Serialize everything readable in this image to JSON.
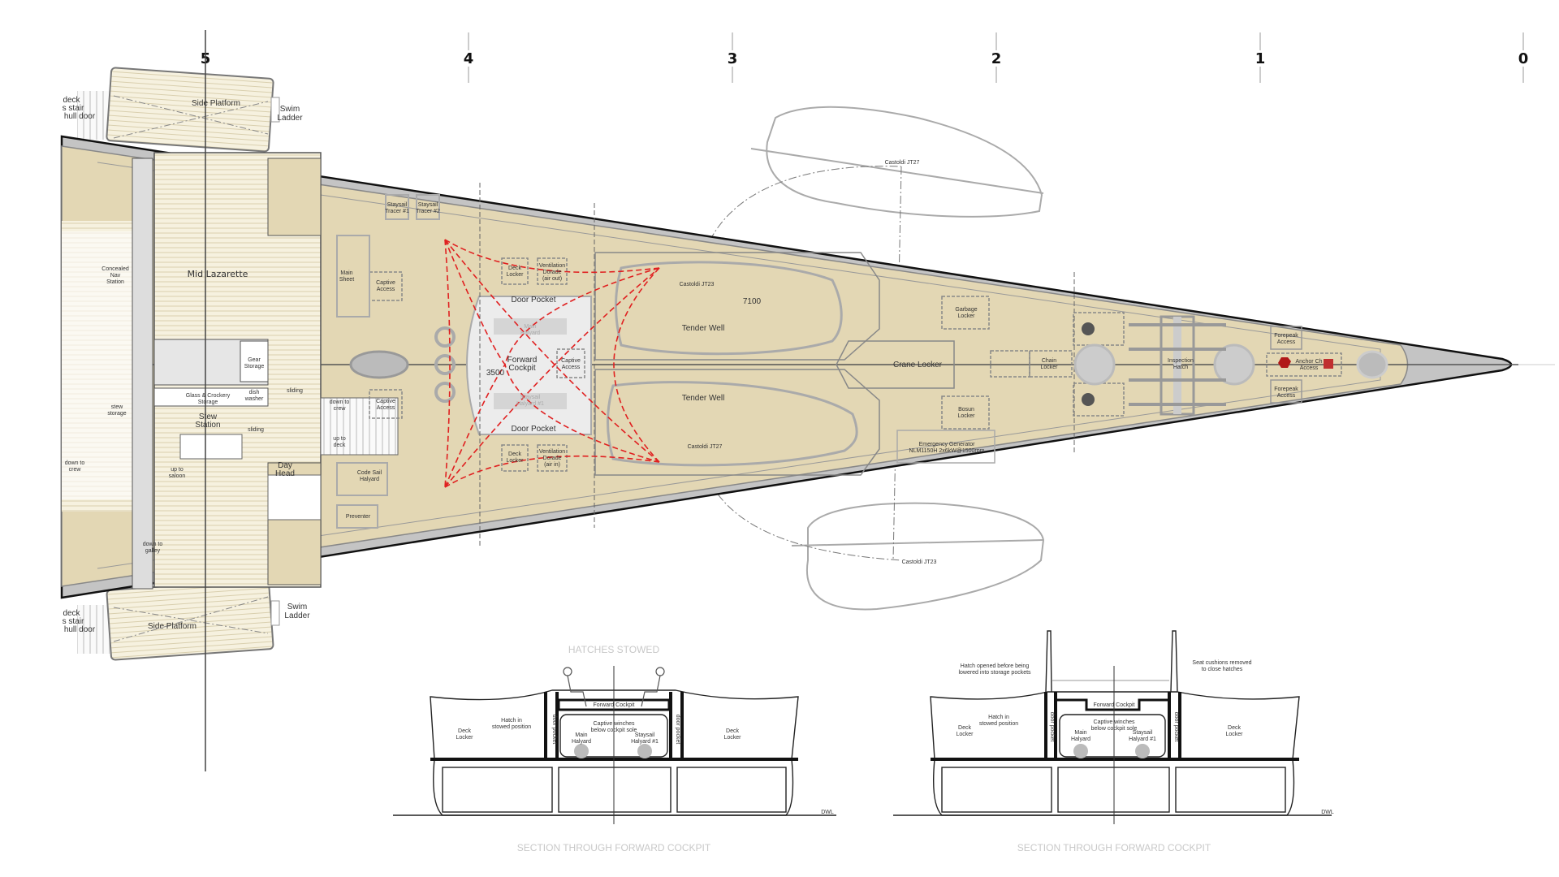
{
  "scale_ticks": [
    "5",
    "4",
    "3",
    "2",
    "1",
    "0"
  ],
  "plan": {
    "side_platform_top": "Side Platform",
    "side_platform_bottom": "Side Platform",
    "swim_ladder_top": [
      "Swim",
      "Ladder"
    ],
    "swim_ladder_bottom": [
      "Swim",
      "Ladder"
    ],
    "hull_door_top": [
      "deck",
      "s stair",
      "hull door"
    ],
    "hull_door_bottom": [
      "deck",
      "s stair",
      "hull door"
    ],
    "mid_lazarette": "Mid Lazarette",
    "nav_station": [
      "Concealed",
      "Nav",
      "Station"
    ],
    "gear_storage": [
      "Gear",
      "Storage"
    ],
    "glass_storage": [
      "Glass & Crockery",
      "Storage"
    ],
    "dishwasher": [
      "dish",
      "washer"
    ],
    "stew_station": [
      "Stew",
      "Station"
    ],
    "stew_storage": [
      "stew",
      "storage"
    ],
    "sliding": "sliding",
    "day_head": [
      "Day",
      "Head"
    ],
    "main_sheet": [
      "Main",
      "Sheet"
    ],
    "captive_access": [
      "Captive",
      "Access"
    ],
    "staysail_tracer_1": [
      "Staysail",
      "Tracer #1"
    ],
    "staysail_tracer_2": [
      "Staysail",
      "Tracer #2"
    ],
    "deck_locker": [
      "Deck",
      "Locker"
    ],
    "dorade_out": [
      "Ventilation",
      "Dorade",
      "(air out)"
    ],
    "dorade_in": [
      "Ventilation",
      "Dorade",
      "(air in)"
    ],
    "door_pocket": "Door Pocket",
    "forward_cockpit": [
      "Forward",
      "Cockpit"
    ],
    "main_halyard": [
      "Main",
      "Halyard"
    ],
    "staysail_halyard": [
      "Staysail",
      "Halyard #1"
    ],
    "dim_3500": "3500",
    "dim_7100": "7100",
    "tender_well": "Tender Well",
    "castoldi_jt23": "Castoldi JT23",
    "castoldi_jt27": "Castoldi JT27",
    "crane_locker": "Crane Locker",
    "garbage_locker": [
      "Garbage",
      "Locker"
    ],
    "bosun_locker": [
      "Bosun",
      "Locker"
    ],
    "generator": [
      "Emergency Generator",
      "NLM1150H 2x6kW@1500rpm"
    ],
    "chain_locker": [
      "Chain",
      "Locker"
    ],
    "inspection_hatch": [
      "Inspection",
      "Hatch"
    ],
    "forepeak_access": [
      "Forepeak",
      "Access"
    ],
    "anchor_access": [
      "Anchor Ch",
      "Access"
    ],
    "code_sail_halyard": [
      "Code Sail",
      "Halyard"
    ],
    "preventer": "Preventer",
    "down_to_crew": [
      "down to",
      "crew"
    ],
    "up_to_deck": [
      "up to",
      "deck"
    ],
    "up_to_saloon": [
      "up to",
      "saloon"
    ],
    "down_to_galley": [
      "down to",
      "galley"
    ]
  },
  "sections": {
    "hatches_stowed": "HATCHES STOWED",
    "caption": "SECTION THROUGH FORWARD COCKPIT",
    "deck_locker": [
      "Deck",
      "Locker"
    ],
    "hatch_stowed": [
      "Hatch in",
      "stowed position"
    ],
    "forward_cockpit": "Forward Cockpit",
    "captive_winches": [
      "Captive winches",
      "below cockpit sole"
    ],
    "main_halyard": [
      "Main",
      "Halyard"
    ],
    "staysail_halyard": [
      "Staysail",
      "Halyard #1"
    ],
    "door_pocket": "door pocket",
    "dwl": "DWL",
    "hatch_opened": [
      "Hatch opened before being",
      "lowered into storage pockets"
    ],
    "seat_cushions": [
      "Seat cushions removed",
      "to close hatches"
    ]
  },
  "colors": {
    "deck": "#e3d7b4",
    "hull": "#c4c4c4",
    "red": "#e02020",
    "teak": "#f4efdc"
  }
}
